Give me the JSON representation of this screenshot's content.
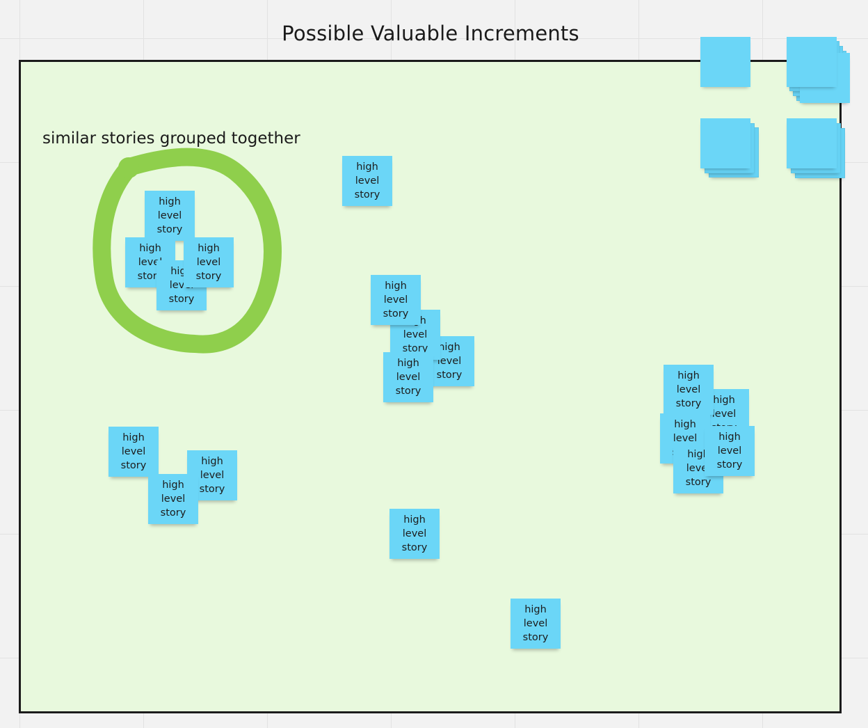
{
  "board": {
    "title": "Possible Valuable Increments",
    "frame_color": "#e8f9dd",
    "frame_border_color": "#1b1b1b"
  },
  "annotation": {
    "caption": "similar stories grouped together",
    "ring_color": "#8fcf4c"
  },
  "sticky_color": "#6bd6f7",
  "sticky_text": "high level story",
  "notes": [
    {
      "line1": "high",
      "line2": "level",
      "line3": "story"
    }
  ]
}
